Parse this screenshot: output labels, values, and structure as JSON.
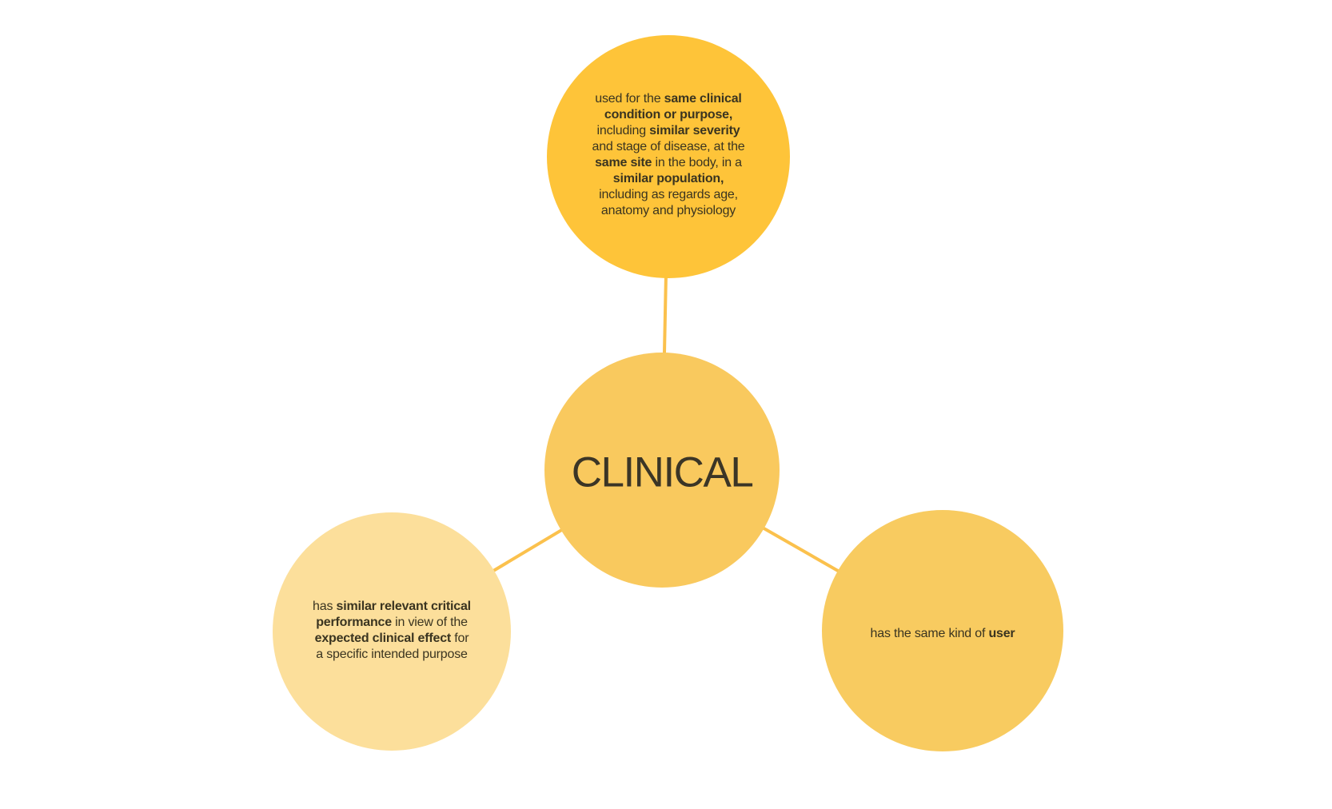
{
  "diagram": {
    "background_color": "#ffffff",
    "text_color": "#3a3420",
    "connector_color": "#fbc14d",
    "center_node": {
      "label": "CLINICAL",
      "fill": "#f9c95e"
    },
    "nodes": {
      "top": {
        "fill": "#fec439",
        "segments": [
          {
            "text": "used for the ",
            "bold": false
          },
          {
            "text": "same clinical\ncondition  or purpose,",
            "bold": true
          },
          {
            "text": "\nincluding ",
            "bold": false
          },
          {
            "text": "similar severity",
            "bold": true
          },
          {
            "text": "\nand stage of  disease, at the\n",
            "bold": false
          },
          {
            "text": "same site",
            "bold": true
          },
          {
            "text": " in the  body, in a\n",
            "bold": false
          },
          {
            "text": "similar  population,",
            "bold": true
          },
          {
            "text": "\nincluding as regards age,\nanatomy and physiology",
            "bold": false
          }
        ]
      },
      "bottom_left": {
        "fill": "#fcdf9b",
        "segments": [
          {
            "text": "has ",
            "bold": false
          },
          {
            "text": "similar  relevant critical\nperformance",
            "bold": true
          },
          {
            "text": "  in view of the\n",
            "bold": false
          },
          {
            "text": "expected clinical  effect",
            "bold": true
          },
          {
            "text": " for\na specific intended purpose",
            "bold": false
          }
        ]
      },
      "bottom_right": {
        "fill": "#f8cb60",
        "segments": [
          {
            "text": "has the same kind of ",
            "bold": false
          },
          {
            "text": "user",
            "bold": true
          }
        ]
      }
    }
  }
}
